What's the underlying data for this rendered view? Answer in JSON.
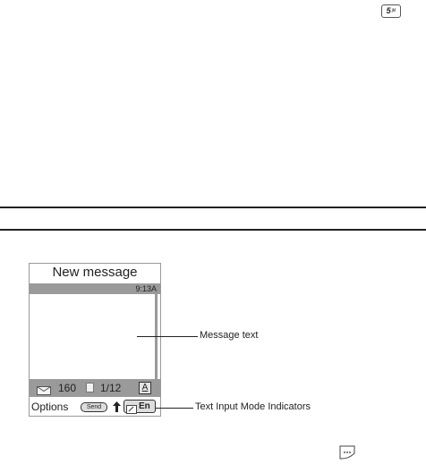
{
  "keypad_icon": {
    "label": "5",
    "sub_label": "jkl"
  },
  "phone_screen": {
    "title": "New message",
    "time": "9:13A",
    "char_count": "160",
    "page_count": "1/12",
    "mode_indicator": "A",
    "options_label": "Options",
    "send_label": "Send",
    "input_mode": "En"
  },
  "callouts": {
    "message_text": "Message text",
    "text_input_mode": "Text Input Mode Indicators"
  },
  "softkey_icon": {
    "label": "···"
  }
}
